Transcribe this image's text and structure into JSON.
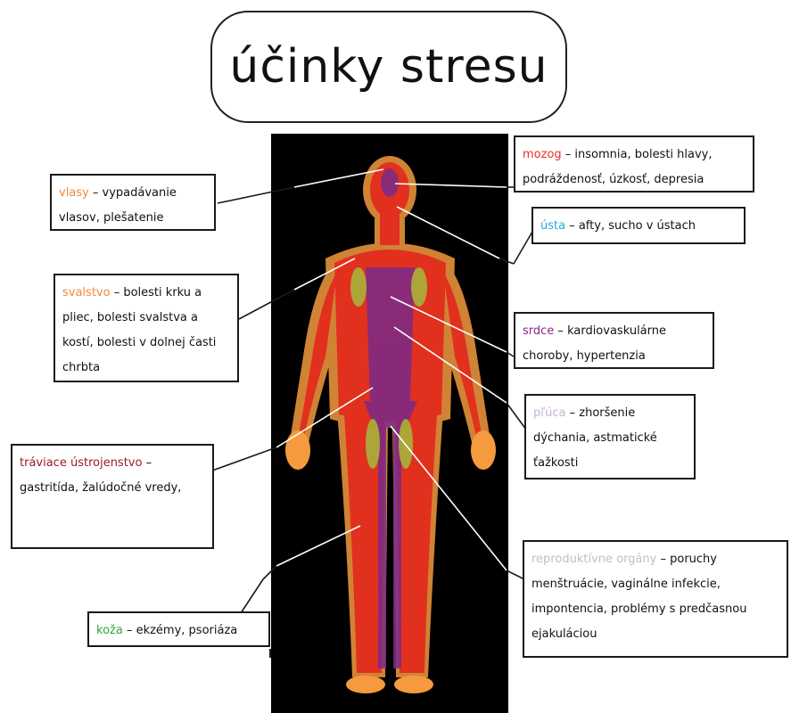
{
  "title": "účinky stresu",
  "labels": {
    "vlasy": {
      "key": "vlasy",
      "sep": " – ",
      "desc": "vypadávanie vlasov, plešatenie",
      "color": "#f08a3c"
    },
    "mozog": {
      "key": "mozog",
      "sep": " – ",
      "desc": "insomnia, bolesti hlavy, podráždenosť, úzkosť, depresia",
      "color": "#e8302a"
    },
    "usta": {
      "key": "ústa",
      "sep": " – ",
      "desc": "afty, sucho v ústach",
      "color": "#2aa7e0"
    },
    "svalstvo": {
      "key": "svalstvo",
      "sep": " – ",
      "desc": "bolesti krku a pliec, bolesti svalstva a kostí, bolesti v dolnej časti chrbta",
      "color": "#f08a3c"
    },
    "srdce": {
      "key": "srdce",
      "sep": " – ",
      "desc": "kardiovaskulárne choroby, hypertenzia",
      "color": "#8a2a8e"
    },
    "pluca": {
      "key": "pľúca",
      "sep": " – ",
      "desc": "zhoršenie dýchania, astmatické ťažkosti",
      "color": "#c9b2d6"
    },
    "traviace": {
      "key": "tráviace ústrojenstvo",
      "sep": " – ",
      "desc": "gastritída, žalúdočné vredy,",
      "color": "#9b1b2a"
    },
    "reprod": {
      "key": "reproduktívne orgány",
      "sep": " – ",
      "desc": "poruchy menštruácie, vaginálne infekcie, impontencia, problémy s predčasnou ejakuláciou",
      "color": "#c0c0c0"
    },
    "koza": {
      "key": "koža",
      "sep": " – ",
      "desc": "ekzémy, psoriáza",
      "color": "#2eaa3c"
    }
  }
}
